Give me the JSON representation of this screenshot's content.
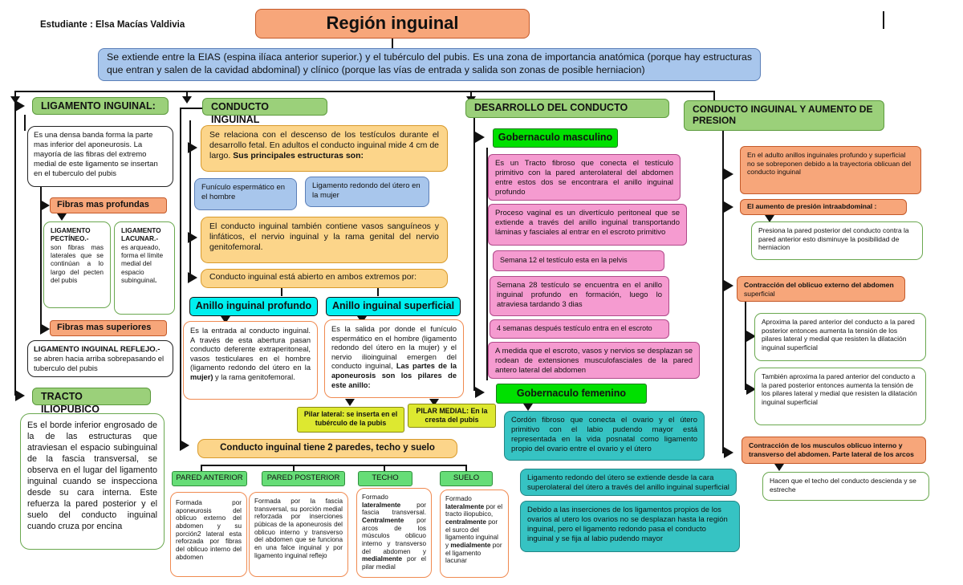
{
  "student": "Estudiante : Elsa Macías Valdivia",
  "title": "Región inguinal",
  "intro": "Se extiende entre la EIAS (espina ilíaca anterior superior.) y el tubérculo del pubis. Es una zona de importancia anatómica (porque hay estructuras que entran y salen de la cavidad abdominal) y clínico (porque las vías de entrada y salida son zonas de posible herniacion)",
  "lig": {
    "head": "LIGAMENTO INGUINAL",
    "head_colon": ":",
    "desc": "Es una densa banda forma la parte mas inferior del aponeurosis. La mayoría de las fibras del extremo medial de este ligamento se insertan en el tuberculo del pubis",
    "deep_head": "Fibras mas profundas",
    "pectineo_title": "LIGAMENTO PECTÍNEO.-",
    "pectineo_text": "son fibras mas laterales que se continúan a lo largo del pecten del pubis",
    "lacunar_title": "LIGAMENTO LACUNAR.-",
    "lacunar_text": "es arqueado, forma el límite medial del espacio subinguinal",
    "lacunar_end": ".",
    "sup_head": "Fibras mas superiores",
    "reflejo_title": "LIGAMENTO INGUINAL REFLEJO.-",
    "reflejo_text": "se abren hacia arriba sobrepasando el tuberculo del pubis"
  },
  "tracto": {
    "head": "TRACTO ILIOPUBICO",
    "text": "Es el borde inferior engrosado de la de las estructuras que atraviesan el espacio subinguinal de la fascia transversal, se observa en el lugar del ligamento inguinal cuando se inspecciona desde su cara interna. Este refuerza la pared posterior y el suelo del conducto inguinal cuando cruza por encina"
  },
  "conducto": {
    "head": "CONDUCTO INGUINAL",
    "desc": "Se relaciona con el descenso de los testículos durante el desarrollo fetal. En adultos el conducto inguinal mide 4 cm de largo.",
    "desc_bold": "Sus principales estructuras son:",
    "funiculo": "Funículo espermático en el hombre",
    "lig_redondo": "Ligamento redondo del útero en la mujer",
    "vasos": "El conducto inguinal también contiene vasos sanguíneos y linfáticos, el nervio inguinal y la rama genital del nervio genitofemoral.",
    "abierto": "Conducto inguinal está abierto en ambos extremos por:",
    "anillo_prof": "Anillo inguinal profundo",
    "anillo_sup": "Anillo inguinal superficial",
    "prof_text_a": "Es la entrada al conducto inguinal. A través de esta abertura pasan conducto deferente extraperitoneal, vasos testiculares en el hombre (ligamento redondo del útero en la",
    "prof_text_b": "mujer)",
    "prof_text_c": "y la rama genitofemoral.",
    "sup_text_a": "Es la salida por donde el funículo espermático en el hombre (ligamento redondo del útero en la mujer) y el nervio ilioinguinal emergen del conducto inguinal,",
    "sup_text_b": "Las partes de la aponeurosis son los pilares de este anillo:",
    "pilar_lat": "Pilar lateral: se inserta en el tubérculo de la pubis",
    "pilar_med": "PILAR MEDIAL: En la cresta del pubis",
    "paredes": "Conducto inguinal tiene 2 paredes, techo y suelo",
    "pared_ant": "PARED ANTERIOR",
    "pared_post": "PARED POSTERIOR",
    "techo": "TECHO",
    "suelo": "SUELO",
    "ant_text": "Formada por aponeurosis del oblicuo externo del abdomen y su porción2 lateral esta reforzada por fibras del oblicuo interno del abdomen",
    "post_text": "Formada por la fascia transversal, su porción medial reforzada por inserciones púbicas de la aponeurosis del oblicuo interno y transverso del abdomen que se funciona en una falce inguinal y por ligamento inguinal reflejo",
    "techo_a": "Formado",
    "techo_b": "lateralmente",
    "techo_c": "por fascia transversal.",
    "techo_d": "Centralmente",
    "techo_e": "por arcos de los músculos oblicuo interno y transverso del abdomen y",
    "techo_f": "medialmente",
    "techo_g": "por el pilar medial",
    "suelo_a": "Formado",
    "suelo_b": "lateralmente",
    "suelo_c": "por el tracto iliopubico,",
    "suelo_d": "centralmente",
    "suelo_e": "por el surco del ligamento inguinal y",
    "suelo_f": "medialmente",
    "suelo_g": "por el ligamento lacunar"
  },
  "desarrollo": {
    "head": "DESARROLLO DEL CONDUCTO",
    "gob_masc": "Gobernaculo masculino",
    "p1": "Es un Tracto fibroso que conecta el testículo primitivo con la pared anterolateral del abdomen entre estos dos se encontrara el anillo inguinal profundo",
    "p2": "Proceso vaginal es un divertículo peritoneal que se extiende a través del anillo inguinal transportando láminas y fasciales al entrar en el escroto primitivo",
    "p3": "Semana 12 el testículo esta en la pelvis",
    "p4": "Semana 28 testículo se encuentra en el anillo inguinal profundo en formación, luego lo atraviesa tardando 3 dias",
    "p5": "4 semanas después testículo entra en el escroto",
    "p6": "A medida que el escroto, vasos y nervios se desplazan se rodean de extensiones musculofasciales de la pared antero lateral del abdomen",
    "gob_fem": "Gobernaculo femenino",
    "f1": "Cordón fibroso que conecta el ovario y el útero primitivo con el labio pudendo mayor está representada en la vida posnatal como ligamento propio del ovario entre el ovario y el útero",
    "f2": "Ligamento redondo del útero se extiende desde la cara superolateral del útero a través del anillo inguinal superficial",
    "f3": "Debido a las inserciones de los ligamentos propios de los ovarios al utero los ovarios no se desplazan hasta la región inguinal, pero el ligamento redondo pasa el conducto inguinal y se fija al labio pudendo mayor"
  },
  "presion": {
    "head": "CONDUCTO INGUINAL Y AUMENTO DE PRESION",
    "o1": "En el adulto anillos inguinales profundo y superficial no se sobreponen debido a la trayectoria oblicuan del conducto inguinal",
    "o2": "El aumento de presión intraabdominal :",
    "g1": "Presiona la pared posterior del conducto contra la pared anterior esto disminuye la posibilidad de herniacion",
    "o3": "Contracción del oblicuo externo del abdomen",
    "o3b": "superficial",
    "g2": "Aproxima la pared anterior del conducto a la pared posterior entonces aumenta la tensión de los pilares lateral y medial que resisten la dilatación inguinal superficial",
    "g3": "También aproxima la pared anterior del conducto a la pared posterior entonces aumenta la tensión de los pilares lateral y medial que resisten la dilatación inguinal superficial",
    "o4": "Contracción de los musculos oblicuo interno y transverso del abdomen. Parte lateral de los arcos",
    "g4": "Hacen que el techo del conducto descienda y se estreche"
  },
  "colors": {
    "title_bg": "#f7a67a",
    "intro_bg": "#a8c6ec",
    "green_head": "#9bd07a",
    "pink": "#f59bd0",
    "yellow": "#fcd58a",
    "teal": "#36c3c3",
    "bright_green": "#00e000",
    "cyan": "#00f0f0",
    "lime": "#dde830"
  }
}
